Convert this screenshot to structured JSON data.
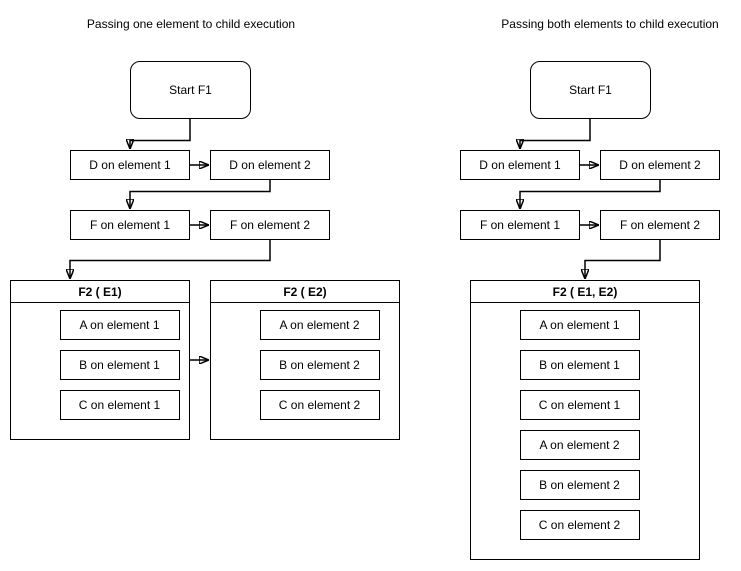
{
  "colors": {
    "background": "#ffffff",
    "stroke": "#000000",
    "text": "#000000"
  },
  "left_flow": {
    "title": "Passing one element to child execution",
    "start": "Start F1",
    "steps": {
      "d1": "D on element 1",
      "d2": "D on element 2",
      "f1": "F on element 1",
      "f2": "F on element 2"
    },
    "container_e1": {
      "header": "F2 ( E1)",
      "items": [
        "A on element 1",
        "B on element 1",
        "C on element 1"
      ]
    },
    "container_e2": {
      "header": "F2 ( E2)",
      "items": [
        "A on element 2",
        "B on element 2",
        "C on element 2"
      ]
    }
  },
  "right_flow": {
    "title": "Passing both elements to child execution",
    "start": "Start F1",
    "steps": {
      "d1": "D on element 1",
      "d2": "D on element 2",
      "f1": "F on element 1",
      "f2": "F on element 2"
    },
    "container_e1e2": {
      "header": "F2 ( E1, E2)",
      "items": [
        "A on element 1",
        "B on element 1",
        "C on element 1",
        "A on element 2",
        "B on element 2",
        "C on element 2"
      ]
    }
  }
}
